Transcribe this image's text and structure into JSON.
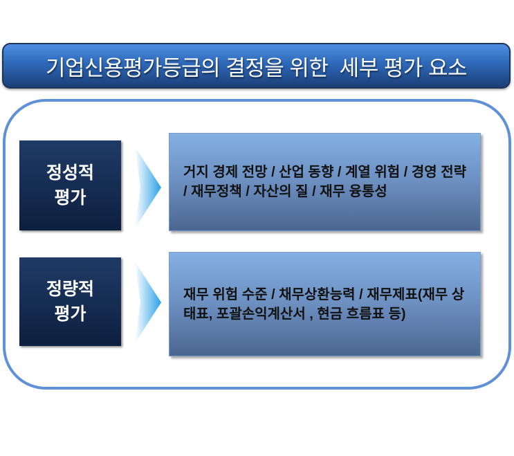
{
  "title": "기업신용평가등급의 결정을 위한  세부 평가 요소",
  "rows": [
    {
      "label_line1": "정성적",
      "label_line2": "평가",
      "description": "거지 경제 전망 / 산업 동향 / 계열 위험 / 경영 전략 / 재무정책 / 자산의 질 / 재무 융통성"
    },
    {
      "label_line1": "정량적",
      "label_line2": "평가",
      "description": "재무 위험 수준 / 채무상환능력 / 재무제표(재무 상태표, 포괄손익계산서 , 현금 흐름표 등)"
    }
  ],
  "colors": {
    "title_bg": "#2e68b8",
    "frame": "#5e91d8",
    "label_bg": "#1f3b66",
    "desc_bg": "#6c8fc0",
    "arrow": "#2aa0e8"
  }
}
